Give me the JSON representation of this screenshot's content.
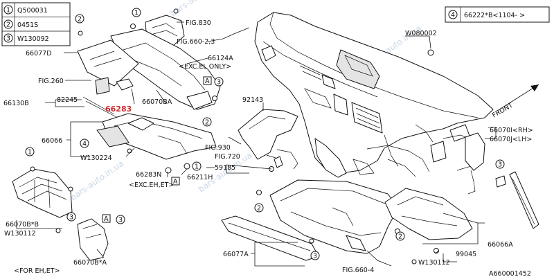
{
  "legend": {
    "items": [
      {
        "num": "1",
        "code": "Q500031"
      },
      {
        "num": "2",
        "code": "0451S"
      },
      {
        "num": "3",
        "code": "W130092"
      }
    ]
  },
  "note": {
    "num": "4",
    "text": "66222*B<1104- >"
  },
  "labels": {
    "fig830": "FIG.830",
    "fig660_23": "FIG.660-2,3",
    "p66077d": "66077D",
    "p66124a": "66124A",
    "excelonly": "<EXC.EL ONLY>",
    "fig260": "FIG.260",
    "p82245": "82245",
    "p66130b": "66130B",
    "p66070ba": "66070BA",
    "p66283": "66283",
    "p92143": "92143",
    "p66066": "66066",
    "w130224": "W130224",
    "fig930": "FIG.930",
    "fig720": "FIG.720",
    "p59185": "59185",
    "p66283n": "66283N",
    "p66211h": "66211H",
    "exceh": "<EXC.EH,ET>",
    "w080002": "W080002",
    "front": "FRONT",
    "p66070i_rh": "66070I<RH>",
    "p66070j_lh": "66070J<LH>",
    "p66070bb": "66070B*B",
    "w130112a": "W130112",
    "p66070bstara": "66070B*A",
    "foreh": "<FOR EH,ET>",
    "p66077a": "66077A",
    "fig660_4": "FIG.660-4",
    "p99045": "99045",
    "w130112b": "W130112",
    "p66066a": "66066A",
    "code": "A660001452",
    "refA": "A"
  },
  "watermark": "bars-auto.in.ua"
}
